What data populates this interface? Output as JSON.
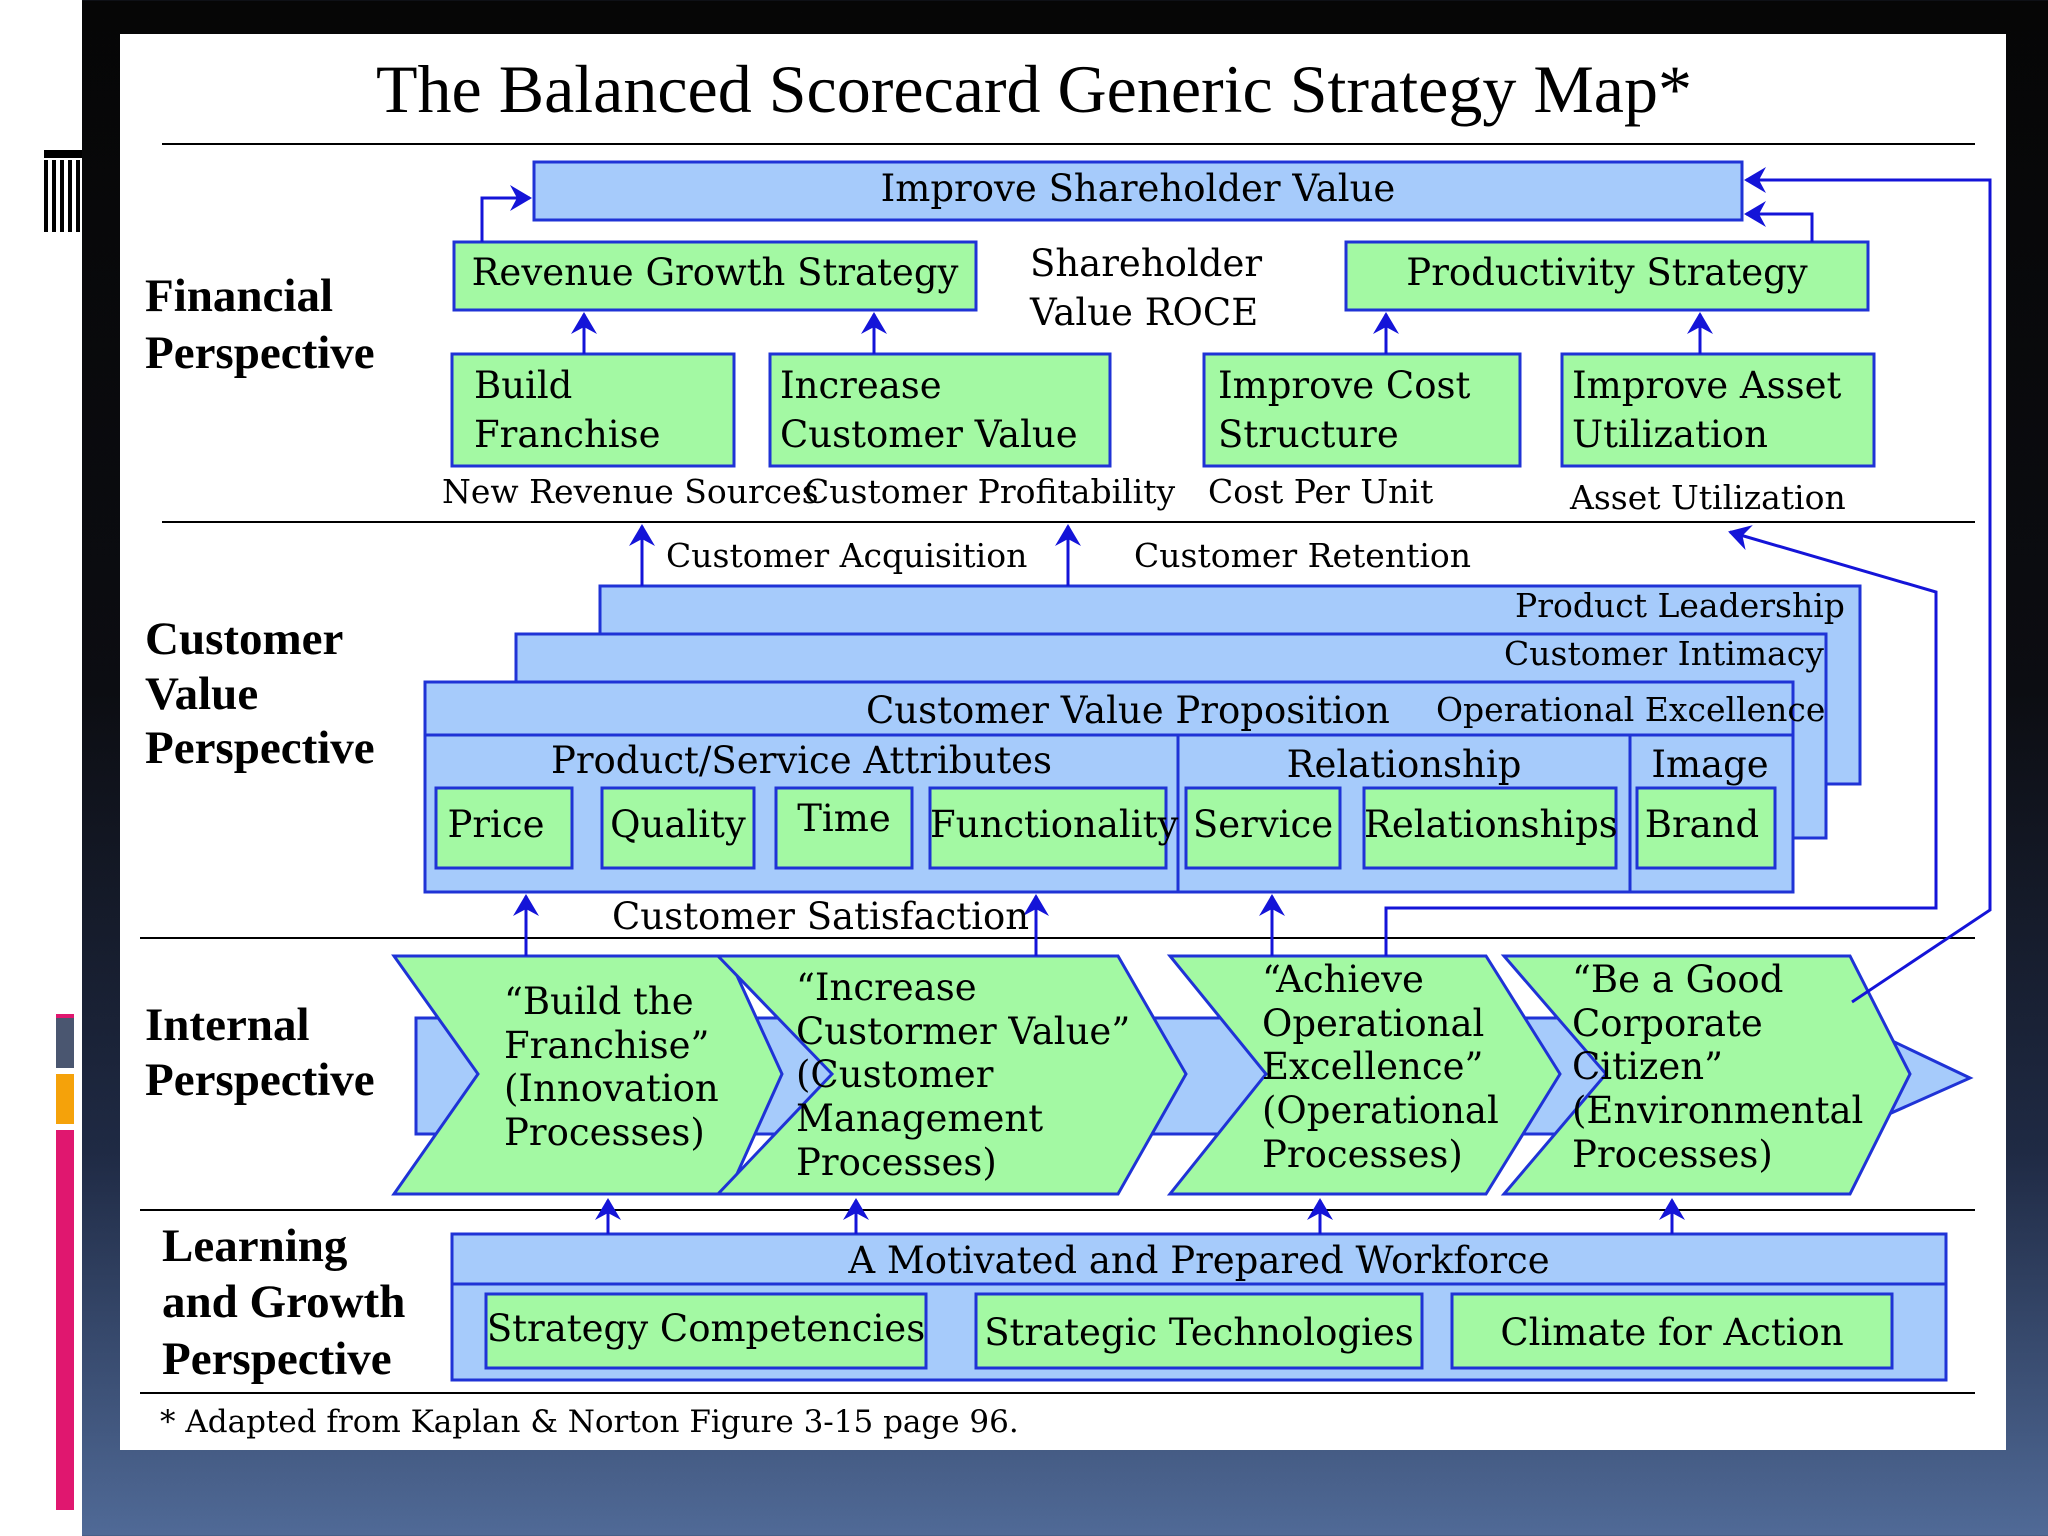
{
  "title": "The Balanced Scorecard Generic Strategy Map*",
  "footnote": "* Adapted from Kaplan & Norton Figure 3-15 page 96.",
  "perspectives": {
    "financial": "Financial\nPerspective",
    "customer": "Customer\nValue\nPerspective",
    "internal": "Internal\nPerspective",
    "learning": "Learning\nand Growth\nPerspective"
  },
  "financial": {
    "shareholder_value": "Improve Shareholder Value",
    "revenue_growth": "Revenue Growth Strategy",
    "productivity": "Productivity Strategy",
    "roce": "Shareholder\nValue ROCE",
    "build_franchise": "Build\nFranchise",
    "increase_customer_value": "Increase\nCustomer Value",
    "improve_cost": "Improve Cost\nStructure",
    "improve_asset": "Improve Asset\nUtilization",
    "measures": [
      "New Revenue Sources",
      "Customer Profitability",
      "Cost Per Unit",
      "Asset Utilization"
    ]
  },
  "customer": {
    "acquisition": "Customer Acquisition",
    "retention": "Customer Retention",
    "product_leadership": "Product Leadership",
    "customer_intimacy": "Customer Intimacy",
    "value_proposition": "Customer Value Proposition",
    "operational_excellence": "Operational Excellence",
    "groups": [
      "Product/Service Attributes",
      "Relationship",
      "Image"
    ],
    "attributes": [
      "Price",
      "Quality",
      "Time",
      "Functionality",
      "Service",
      "Relationships",
      "Brand"
    ],
    "satisfaction": "Customer Satisfaction"
  },
  "internal": {
    "processes": [
      "“Build the\nFranchise”\n(Innovation\nProcesses)",
      "“Increase\nCustormer Value”\n(Customer\nManagement\nProcesses)",
      "“Achieve\nOperational\nExcellence”\n(Operational\nProcesses)",
      "“Be a Good\nCorporate\nCitizen”\n(Environmental\nProcesses)"
    ]
  },
  "learning": {
    "workforce": "A Motivated and Prepared Workforce",
    "items": [
      "Strategy Competencies",
      "Strategic Technologies",
      "Climate for Action"
    ]
  },
  "colors": {
    "blue_fill": "#a6cbfb",
    "green_fill": "#a3f9a3",
    "border": "#1f33d6",
    "arrow": "#1414d8"
  }
}
